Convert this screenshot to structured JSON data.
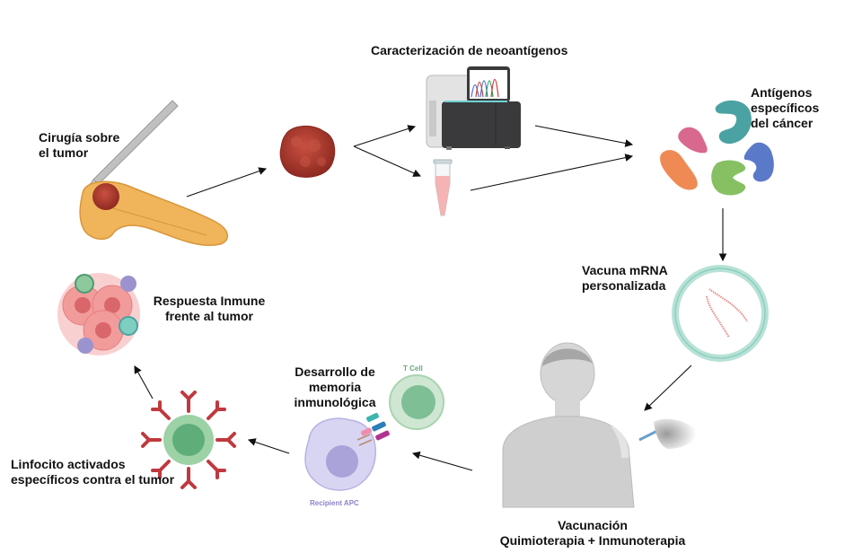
{
  "title": "Ciclo de vacuna mRNA personalizada contra el cáncer",
  "steps": {
    "surgery": {
      "line1": "Cirugía sobre",
      "line2": "el tumor"
    },
    "characterization": {
      "label": "Caracterización de neoantígenos"
    },
    "antigens": {
      "line1": "Antígenos",
      "line2": "específicos",
      "line3": "del cáncer"
    },
    "vaccine": {
      "line1": "Vacuna mRNA",
      "line2": "personalizada"
    },
    "vaccination": {
      "line1": "Vacunación",
      "line2": "Quimioterapia + Inmunoterapia"
    },
    "memory": {
      "line1": "Desarrollo de",
      "line2": "memoria",
      "line3": "inmunológica",
      "tcell": "T Cell",
      "apc": "Recipient APC"
    },
    "lymphocyte": {
      "line1": "Linfocito activados",
      "line2": "específicos contra el tumor"
    },
    "response": {
      "line1": "Respuesta Inmune",
      "line2": "frente al tumor"
    }
  },
  "colors": {
    "tumor": "#b5392f",
    "pancreas": "#f0b45a",
    "sequencer": "#3a3a3c",
    "tube_liquid": "#f6b3b3",
    "antigen_teal": "#4aa3a2",
    "antigen_pink": "#d9688f",
    "antigen_orange": "#ef8a55",
    "antigen_green": "#86c062",
    "antigen_blue": "#5b79c9",
    "vaccine_ring": "#9fd6c8",
    "mrna": "#e58a8a",
    "person": "#cfcfcf",
    "tcell": "#a8d4b0",
    "apc": "#c6c3ea",
    "antibody": "#c0393f",
    "arrow": "#111111"
  }
}
